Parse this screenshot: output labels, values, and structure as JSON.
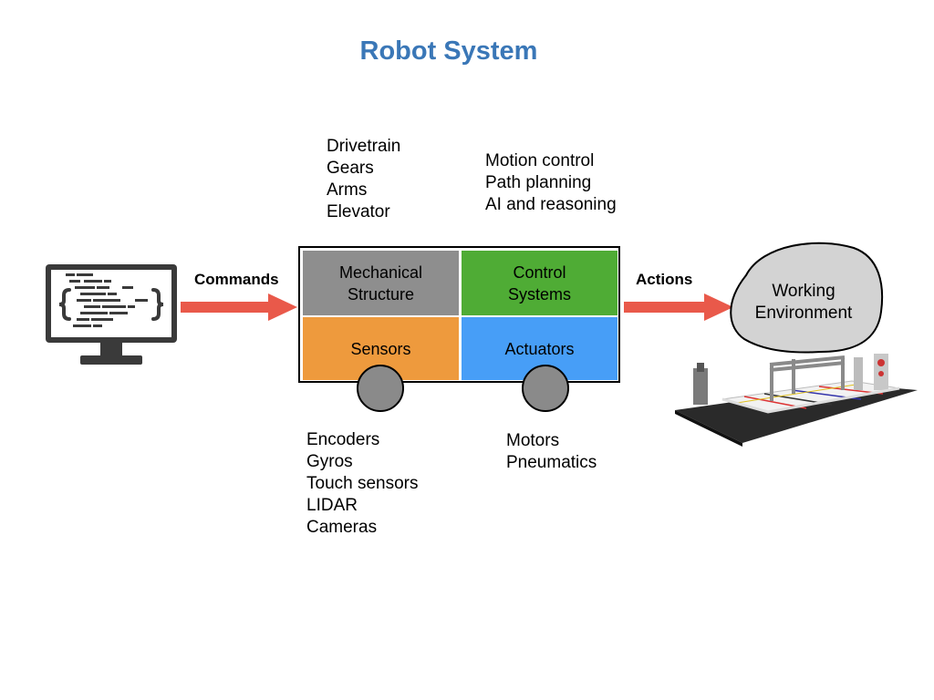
{
  "title": "Robot System",
  "mechanical_items": [
    "Drivetrain",
    "Gears",
    "Arms",
    "Elevator"
  ],
  "control_items": [
    "Motion control",
    "Path planning",
    "AI and reasoning"
  ],
  "sensor_items": [
    "Encoders",
    "Gyros",
    "Touch sensors",
    "LIDAR",
    "Cameras"
  ],
  "actuator_items": [
    "Motors",
    "Pneumatics"
  ],
  "blocks": {
    "mechanical": [
      "Mechanical",
      "Structure"
    ],
    "control": [
      "Control",
      "Systems"
    ],
    "sensors": "Sensors",
    "actuators": "Actuators"
  },
  "arrows": {
    "commands": "Commands",
    "actions": "Actions"
  },
  "environment": [
    "Working",
    "Environment"
  ],
  "colors": {
    "title": "#3a77b7",
    "mechanical": "#8e8e8e",
    "control": "#4fac35",
    "sensors": "#ee9a3d",
    "actuators": "#479ef7",
    "arrow": "#e9594a",
    "cloud": "#d3d3d3"
  },
  "icons": [
    "computer-code-icon",
    "robot-field-image"
  ]
}
